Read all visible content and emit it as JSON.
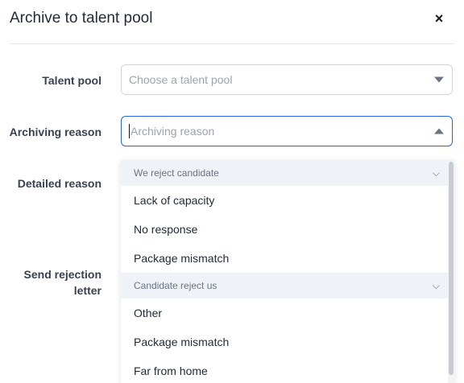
{
  "modal": {
    "title": "Archive to talent pool",
    "close_icon": "×"
  },
  "form": {
    "talent_pool": {
      "label": "Talent pool",
      "placeholder": "Choose a talent pool"
    },
    "archiving_reason": {
      "label": "Archiving reason",
      "placeholder": "Archiving reason"
    },
    "detailed_reason": {
      "label": "Detailed reason"
    },
    "send_rejection_letter": {
      "label_line1": "Send rejection",
      "label_line2": "letter"
    }
  },
  "dropdown": {
    "groups": [
      {
        "label": "We reject candidate",
        "options": [
          "Lack of capacity",
          "No response",
          "Package mismatch"
        ]
      },
      {
        "label": "Candidate reject us",
        "options": [
          "Other",
          "Package mismatch",
          "Far from home"
        ]
      }
    ]
  },
  "colors": {
    "focus_border": "#2563eb",
    "group_bg": "#eff2f7"
  }
}
